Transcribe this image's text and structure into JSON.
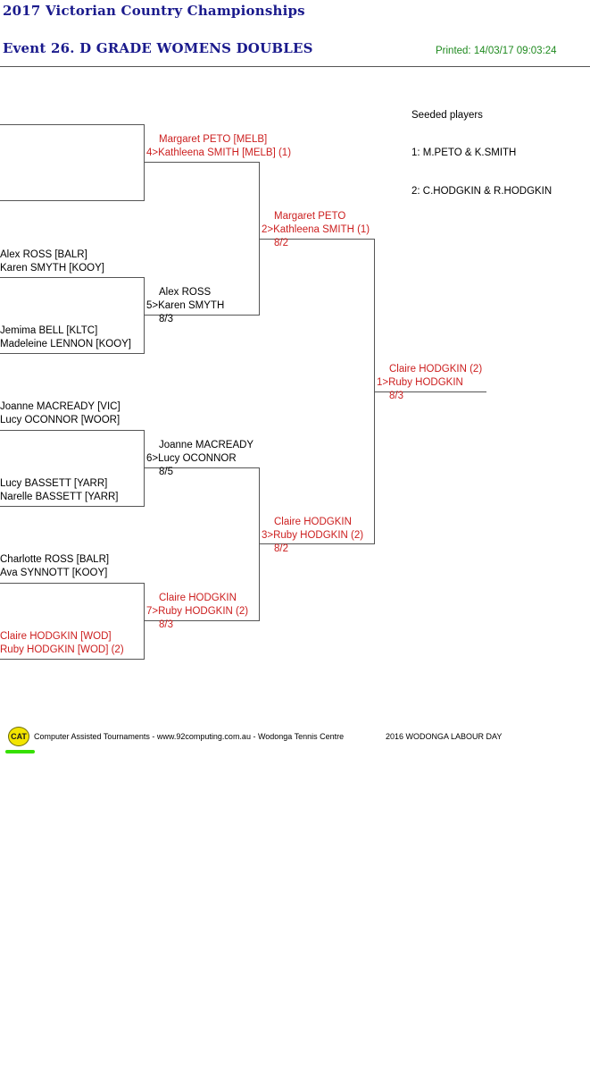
{
  "header": {
    "tournament_title": "2017 Victorian Country Championships",
    "event_title": "Event 26. D GRADE WOMENS DOUBLES",
    "printed": "Printed: 14/03/17 09:03:24"
  },
  "seeded": {
    "heading": "Seeded players",
    "seeds": [
      "1: M.PETO & K.SMITH",
      "2: C.HODGKIN & R.HODGKIN"
    ]
  },
  "round1": {
    "p3a": "Alex ROSS [BALR]",
    "p3b": "Karen SMYTH [KOOY]",
    "p4a": "Jemima BELL [KLTC]",
    "p4b": "Madeleine LENNON [KOOY]",
    "p5a": "Joanne MACREADY [VIC]",
    "p5b": "Lucy OCONNOR [WOOR]",
    "p6a": "Lucy BASSETT [YARR]",
    "p6b": "Narelle BASSETT [YARR]",
    "p7a": "Charlotte ROSS [BALR]",
    "p7b": "Ava SYNNOTT [KOOY]",
    "p8a": "Claire HODGKIN [WOD]",
    "p8b": "Ruby HODGKIN [WOD] (2)"
  },
  "round2": {
    "m4a": "Margaret PETO [MELB]",
    "m4b": "4>Kathleena SMITH [MELB] (1)",
    "m5a": "Alex ROSS",
    "m5b": "5>Karen SMYTH",
    "m5s": "8/3",
    "m6a": "Joanne MACREADY",
    "m6b": "6>Lucy OCONNOR",
    "m6s": "8/5",
    "m7a": "Claire HODGKIN",
    "m7b": "7>Ruby HODGKIN (2)",
    "m7s": "8/3"
  },
  "semis": {
    "m2a": "Margaret PETO",
    "m2b": "2>Kathleena SMITH (1)",
    "m2s": "8/2",
    "m3a": "Claire HODGKIN",
    "m3b": "3>Ruby HODGKIN (2)",
    "m3s": "8/2"
  },
  "final": {
    "m1a": "Claire HODGKIN (2)",
    "m1b": "1>Ruby HODGKIN",
    "m1s": "8/3"
  },
  "footer": {
    "logo_text": "CAT",
    "credit": "Computer Assisted Tournaments - www.92computing.com.au -  Wodonga Tennis Centre",
    "event_name": "2016 WODONGA LABOUR DAY"
  },
  "colors": {
    "title": "#1a1a8c",
    "printed": "#1f8a1f",
    "winner_red": "#cc1f1f",
    "lines": "#555555",
    "logo_yellow": "#f3e500",
    "logo_green": "#36e000"
  }
}
